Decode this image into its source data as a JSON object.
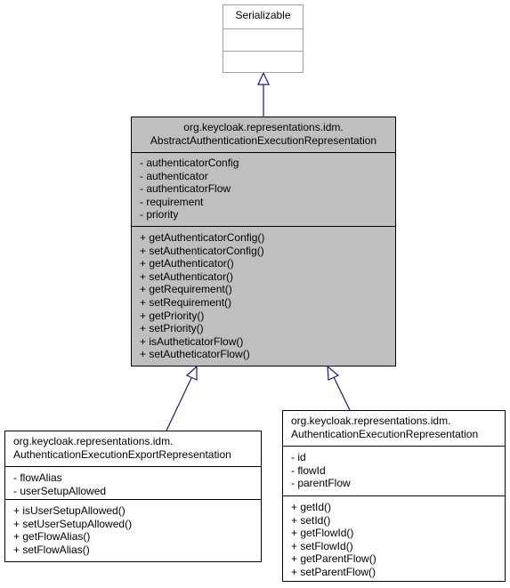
{
  "serializable": {
    "name": "Serializable",
    "attributes": [],
    "methods": []
  },
  "abstract": {
    "package": "org.keycloak.representations.idm.",
    "name": "AbstractAuthenticationExecutionRepresentation",
    "attributes": [
      "- authenticatorConfig",
      "- authenticator",
      "- authenticatorFlow",
      "- requirement",
      "- priority"
    ],
    "methods": [
      "+ getAuthenticatorConfig()",
      "+ setAuthenticatorConfig()",
      "+ getAuthenticator()",
      "+ setAuthenticator()",
      "+ getRequirement()",
      "+ setRequirement()",
      "+ getPriority()",
      "+ setPriority()",
      "+ isAutheticatorFlow()",
      "+ setAutheticatorFlow()"
    ]
  },
  "export": {
    "package": "org.keycloak.representations.idm.",
    "name": "AuthenticationExecutionExportRepresentation",
    "attributes": [
      "- flowAlias",
      "- userSetupAllowed"
    ],
    "methods": [
      "+ isUserSetupAllowed()",
      "+ setUserSetupAllowed()",
      "+ getFlowAlias()",
      "+ setFlowAlias()"
    ]
  },
  "execution": {
    "package": "org.keycloak.representations.idm.",
    "name": "AuthenticationExecutionRepresentation",
    "attributes": [
      "- id",
      "- flowId",
      "- parentFlow"
    ],
    "methods": [
      "+ getId()",
      "+ setId()",
      "+ getFlowId()",
      "+ setFlowId()",
      "+ getParentFlow()",
      "+ setParentFlow()"
    ]
  },
  "colors": {
    "arrow": "#1a1a6e",
    "focus_fill": "#bfbfbf",
    "interface_border": "#a0a0a0"
  }
}
